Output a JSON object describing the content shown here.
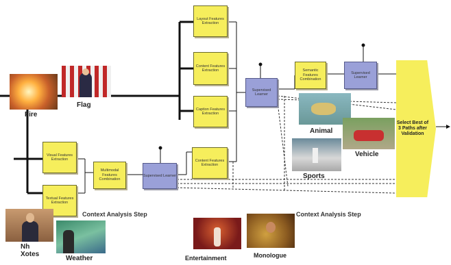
{
  "boxes": {
    "layout_features": "Layout Features Extraction",
    "content_features_top": "Content Features Extraction",
    "caption_features": "Caption Features Extraction",
    "content_features_low": "Content Features Extraction",
    "visual_features": "Visual Features Extraction",
    "textual_features": "Textual Features Extraction",
    "multimodal_combination": "Multimodal Features Combination",
    "supervised_learner_1": "Supervised Learner",
    "supervised_learner_2": "Supervised Learner",
    "semantic_combination": "Semantic Features Combination",
    "supervised_learner_3": "Supervised Learner",
    "select_best": "Select Best of 3 Paths after Validation"
  },
  "labels": {
    "fire": "Fire",
    "flag": "Flag",
    "animal": "Animal",
    "vehicle": "Vehicle",
    "sports": "Sports",
    "news": "Nh\nXotes",
    "weather": "Weather",
    "entertainment": "Entertainment",
    "monologue": "Monologue",
    "context_step_1": "Context Analysis Step",
    "context_step_2": "Context Analysis Step"
  },
  "colors": {
    "box_yellow": "#f6ee5c",
    "box_blue": "#9aa0d8",
    "line": "#111111"
  }
}
